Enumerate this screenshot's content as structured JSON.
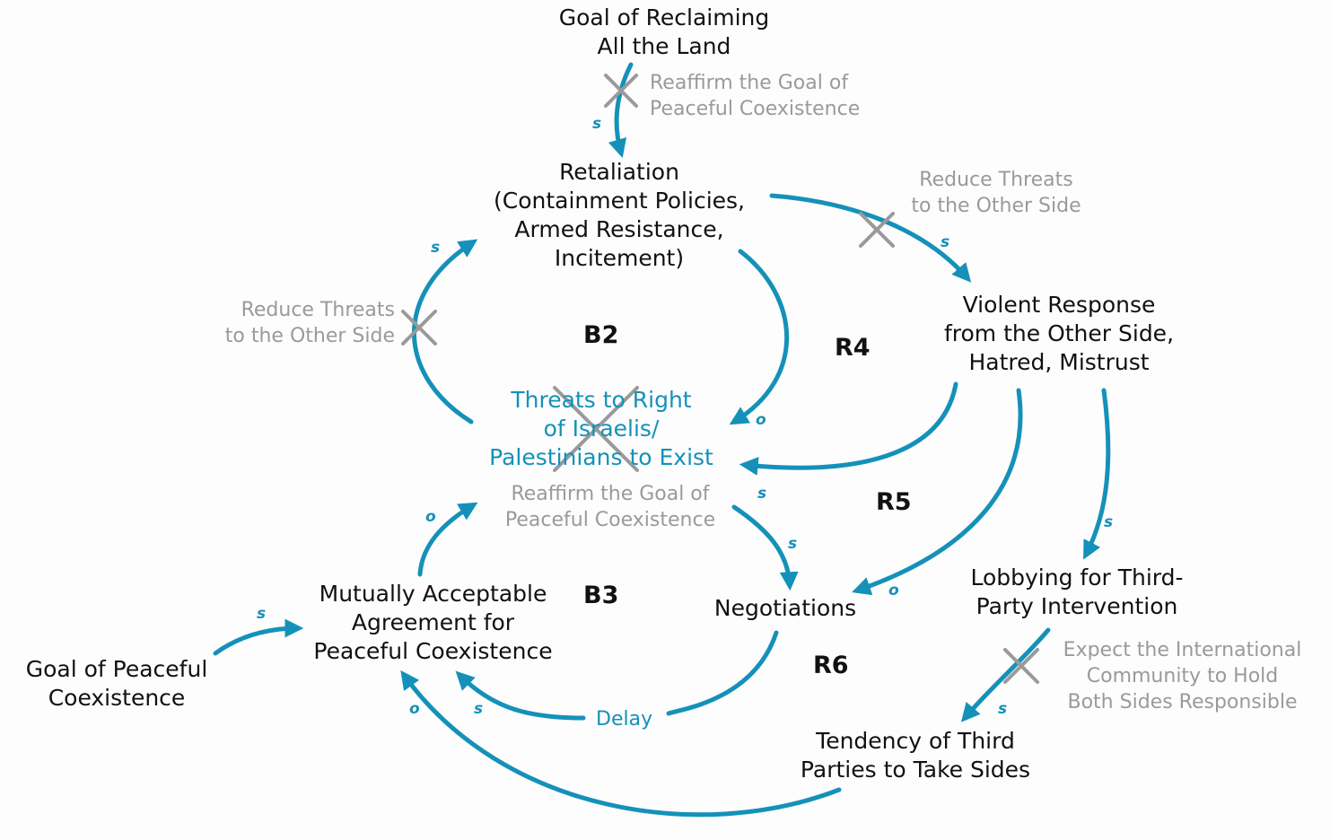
{
  "variables": {
    "goal_reclaiming": [
      "Goal of Reclaiming",
      "All the Land"
    ],
    "retaliation": [
      "Retaliation",
      "(Containment Policies,",
      "Armed Resistance,",
      "Incitement)"
    ],
    "violent_response": [
      "Violent Response",
      "from the Other Side,",
      "Hatred, Mistrust"
    ],
    "threats": [
      "Threats to Right",
      "of Israelis/",
      "Palestinians to Exist"
    ],
    "negotiations": [
      "Negotiations"
    ],
    "agreement": [
      "Mutually Acceptable",
      "Agreement for",
      "Peaceful Coexistence"
    ],
    "goal_peaceful": [
      "Goal of Peaceful",
      "Coexistence"
    ],
    "lobbying": [
      "Lobbying for Third-",
      "Party Intervention"
    ],
    "tendency": [
      "Tendency of Third",
      "Parties to Take Sides"
    ]
  },
  "leverage": {
    "reaffirm_top": [
      "Reaffirm the Goal of",
      "Peaceful Coexistence"
    ],
    "reduce_right": [
      "Reduce Threats",
      "to the Other Side"
    ],
    "reduce_left": [
      "Reduce Threats",
      "to the Other Side"
    ],
    "reaffirm_mid": [
      "Reaffirm the Goal of",
      "Peaceful Coexistence"
    ],
    "expect_intl": [
      "Expect the International",
      "Community to Hold",
      "Both Sides Responsible"
    ]
  },
  "loops": {
    "b2": "B2",
    "r4": "R4",
    "r5": "R5",
    "b3": "B3",
    "r6": "R6"
  },
  "polarity": {
    "goal_to_retaliation": "s",
    "threats_to_retaliation": "s",
    "retaliation_to_violent": "s",
    "retaliation_to_threats": "o",
    "violent_to_threats": "s",
    "threats_to_negotiations": "s",
    "agreement_to_threats": "o",
    "violent_to_negotiations": "o",
    "violent_to_lobbying": "s",
    "lobbying_to_tendency": "s",
    "goalpeace_to_agreement": "s",
    "negotiations_to_agreement": "s",
    "tendency_to_agreement": "o"
  },
  "delay_label": "Delay",
  "colors": {
    "arrow": "#1591b9",
    "leverage": "#9a9a9a",
    "variable": "#111111"
  }
}
